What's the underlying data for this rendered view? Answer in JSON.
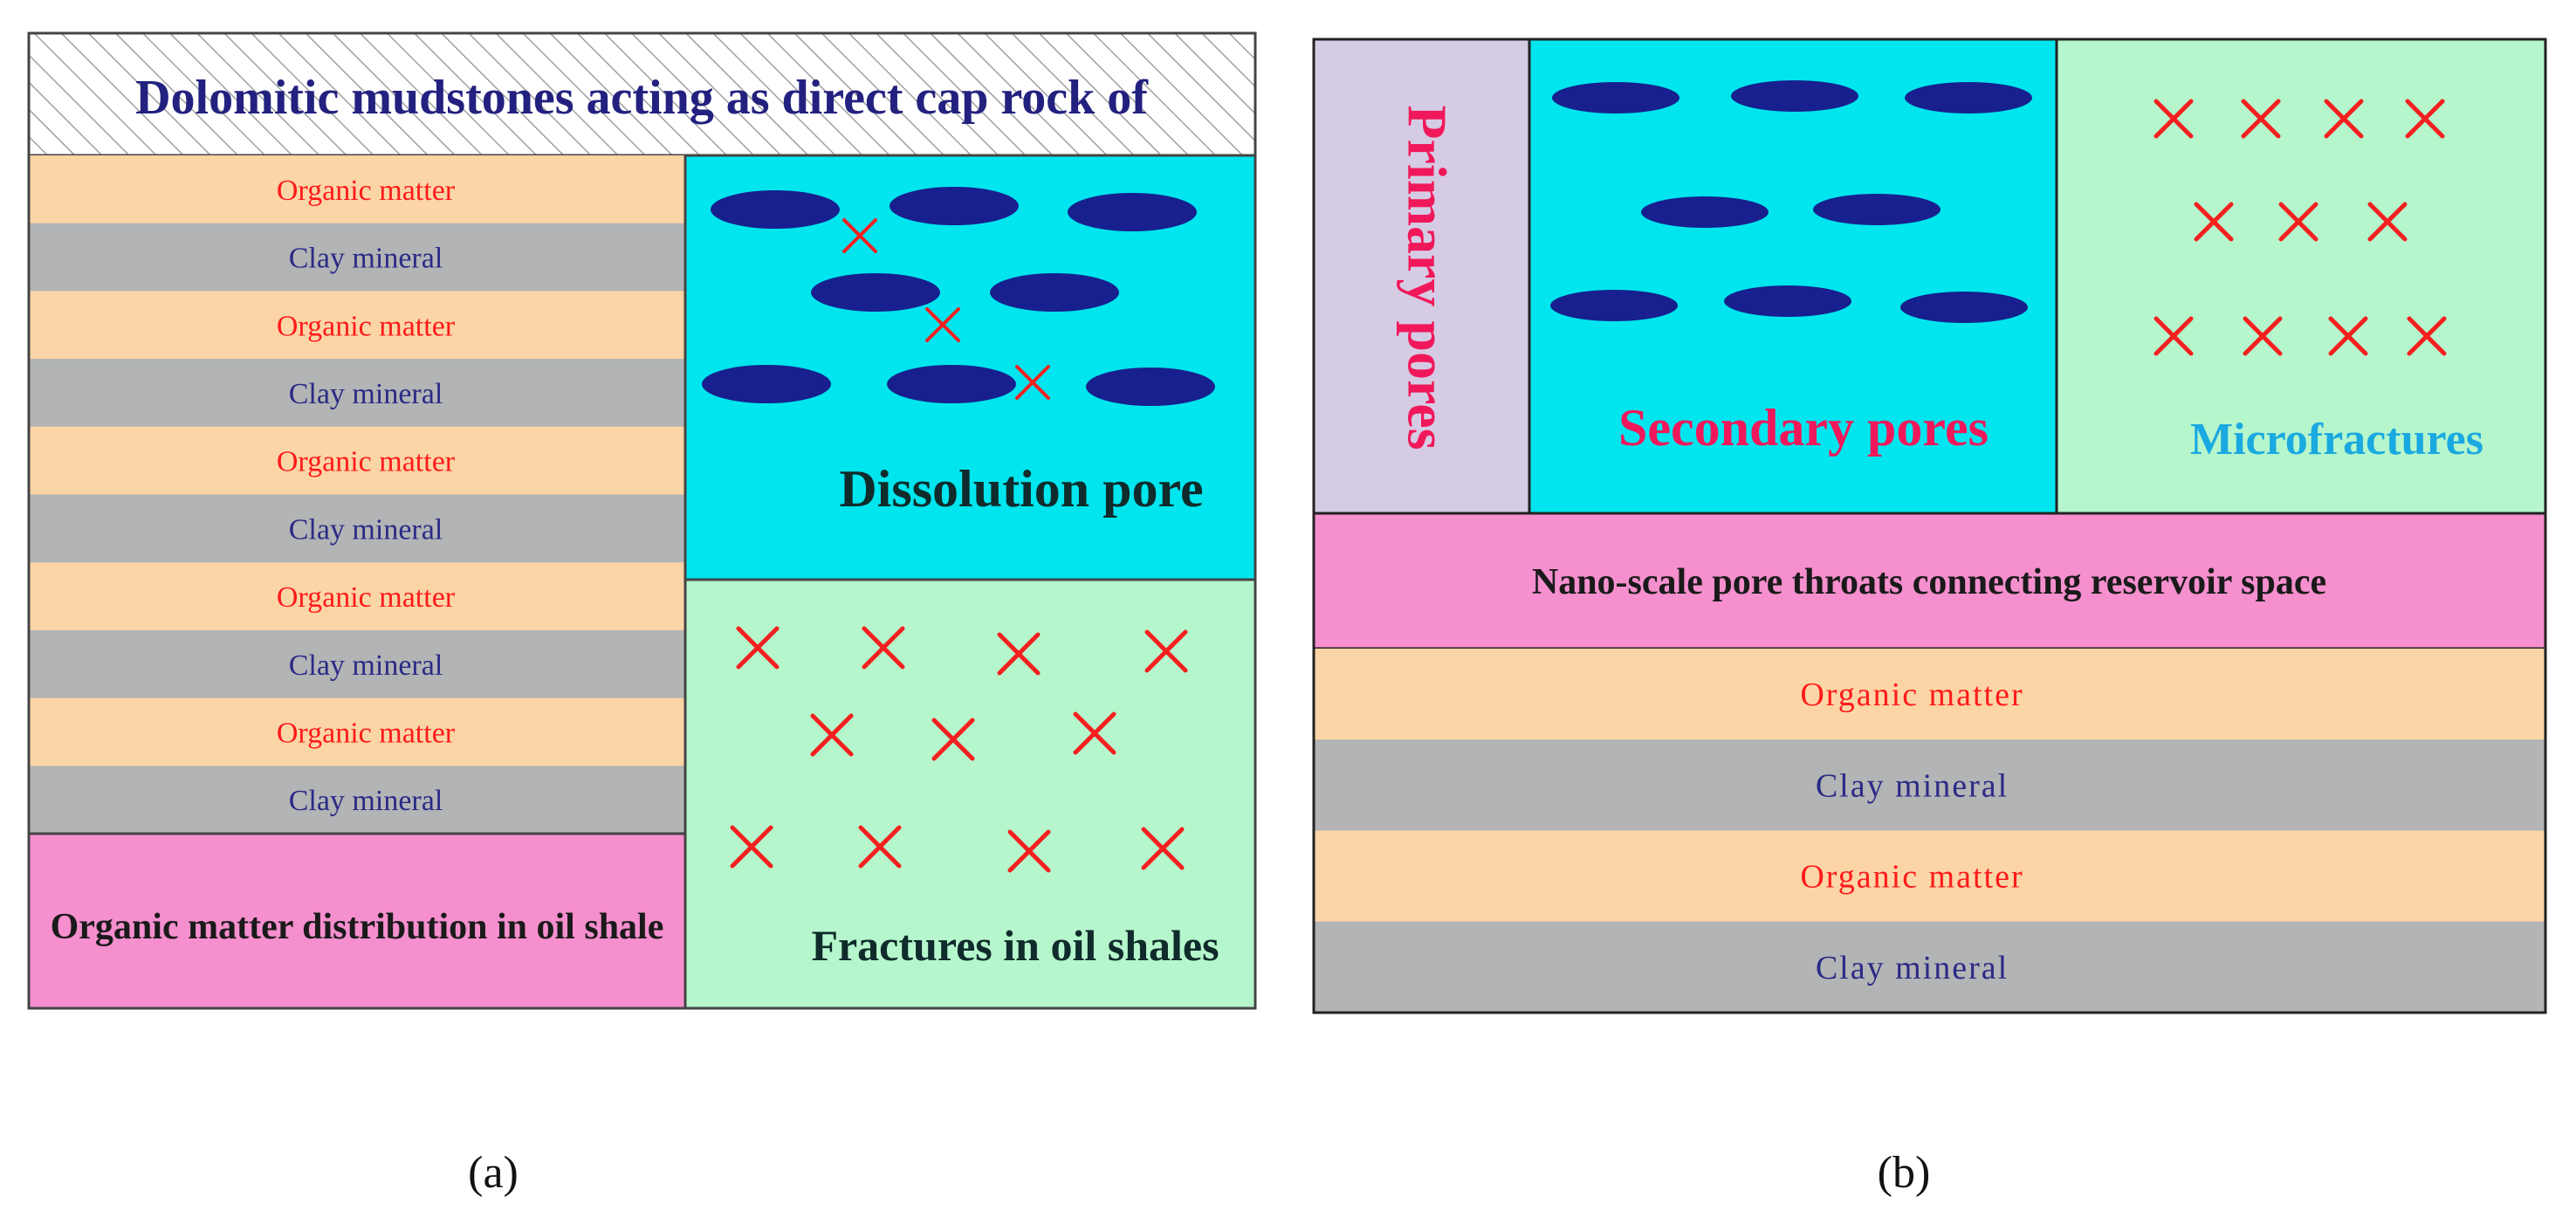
{
  "panel_a": {
    "cap_rock_label": "Dolomitic mudstones acting as direct cap rock of",
    "layers": [
      {
        "label": "Organic matter",
        "kind": "organic"
      },
      {
        "label": "Clay mineral",
        "kind": "clay"
      },
      {
        "label": "Organic matter",
        "kind": "organic"
      },
      {
        "label": "Clay mineral",
        "kind": "clay"
      },
      {
        "label": "Organic matter",
        "kind": "organic"
      },
      {
        "label": "Clay mineral",
        "kind": "clay"
      },
      {
        "label": "Organic matter",
        "kind": "organic"
      },
      {
        "label": "Clay mineral",
        "kind": "clay"
      },
      {
        "label": "Organic matter",
        "kind": "organic"
      },
      {
        "label": "Clay mineral",
        "kind": "clay"
      }
    ],
    "distribution_label": "Organic matter distribution in oil shale",
    "dissolution_label": "Dissolution pore",
    "fractures_label": "Fractures in oil shales",
    "caption": "(a)"
  },
  "panel_b": {
    "primary_label": "Primary pores",
    "secondary_label": "Secondary pores",
    "microfractures_label": "Microfractures",
    "nano_label": "Nano-scale pore throats connecting reservoir space",
    "layers": [
      {
        "label": "Organic matter",
        "kind": "organic"
      },
      {
        "label": "Clay mineral",
        "kind": "clay"
      },
      {
        "label": "Organic matter",
        "kind": "organic"
      },
      {
        "label": "Clay mineral",
        "kind": "clay"
      }
    ],
    "caption": "(b)"
  },
  "colors": {
    "organic_fill": "#fcd5a6",
    "clay_fill": "#b2b4b5",
    "organic_text": "#ff1a1a",
    "clay_text": "#2b2a86",
    "cyan": "#00e5ee",
    "mint": "#b6f6cc",
    "pink": "#f58fce",
    "lavender": "#d6cbe4",
    "pore": "#17208e",
    "cross": "#f41f1f",
    "hatch": "#9a9a9a",
    "navy_text": "#23217f",
    "dark_text": "#0f2b2b",
    "magenta_text": "#f0185a",
    "blue_text": "#1aa9e0"
  },
  "icons": {
    "pore": "ellipse-pore-icon",
    "fracture": "cross-fracture-icon"
  }
}
